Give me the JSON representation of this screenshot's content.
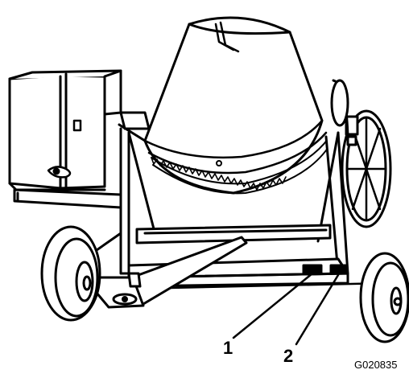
{
  "callouts": [
    {
      "number": "1"
    },
    {
      "number": "2"
    }
  ],
  "figure_id": "G020835",
  "colors": {
    "line": "#000000",
    "background": "#ffffff"
  }
}
